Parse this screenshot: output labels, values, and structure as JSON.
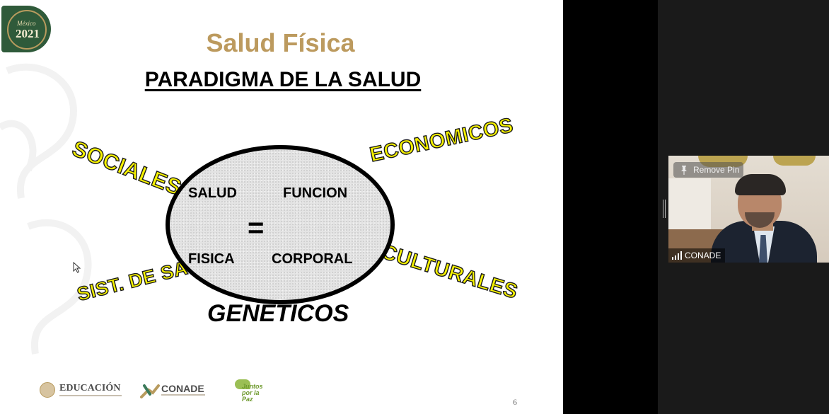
{
  "slide": {
    "logo_year": "2021",
    "logo_caption": "México",
    "title": "Salud Física",
    "subtitle": "PARADIGMA DE LA SALUD",
    "determinants": {
      "sociales": "SOCIALES",
      "economicos": "ECONOMICOS",
      "culturales": "CULTURALES",
      "sistema": "SIST. DE SALUD",
      "geneticos": "GENETICOS"
    },
    "equation": {
      "top_left": "SALUD",
      "top_right": "FUNCION",
      "equals": "=",
      "bottom_left": "FISICA",
      "bottom_right": "CORPORAL"
    },
    "footer": {
      "educacion": "EDUCACIÓN",
      "conade": "CONADE",
      "juntos": "Juntos por la Paz"
    },
    "slide_number": "6",
    "colors": {
      "title": "#bc9a5e",
      "determinant_fill": "#f6f200",
      "ellipse_fill": "#e3e3e3"
    }
  },
  "participant": {
    "remove_pin_label": "Remove Pin",
    "name": "CONADE",
    "icons": [
      "pin-icon",
      "signal-bars-icon"
    ]
  }
}
